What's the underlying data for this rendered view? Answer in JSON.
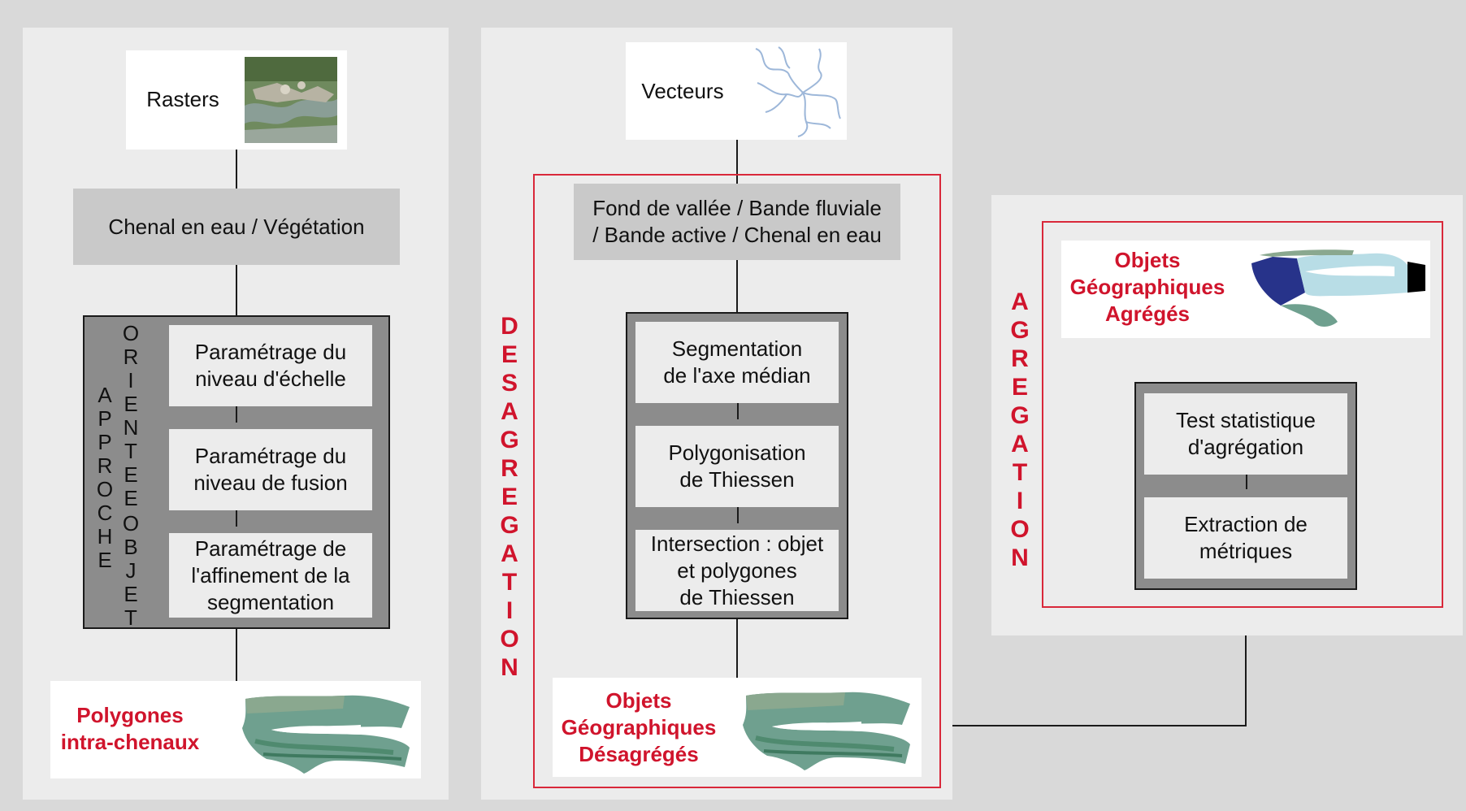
{
  "panel1": {
    "input_label": "Rasters",
    "step1": "Chenal en eau / Végétation",
    "side_label_1": "APPROCHE",
    "side_label_2": "ORIENTEE",
    "side_label_3": "OBJET",
    "substeps": [
      {
        "line1": "Paramétrage du",
        "line2": "niveau d'échelle",
        "line3": ""
      },
      {
        "line1": "Paramétrage du",
        "line2": "niveau de fusion",
        "line3": ""
      },
      {
        "line1": "Paramétrage de",
        "line2": "l'affinement de la",
        "line3": "segmentation"
      }
    ],
    "output_line1": "Polygones",
    "output_line2": "intra-chenaux"
  },
  "panel2": {
    "input_label": "Vecteurs",
    "vertical_label": "DESAGREGATION",
    "step1_line1": "Fond de vallée / Bande fluviale",
    "step1_line2": "/ Bande active / Chenal en eau",
    "substeps": [
      {
        "line1": "Segmentation",
        "line2": "de l'axe médian",
        "line3": ""
      },
      {
        "line1": "Polygonisation",
        "line2": "de Thiessen",
        "line3": ""
      },
      {
        "line1": "Intersection : objet",
        "line2": "et polygones",
        "line3": "de Thiessen"
      }
    ],
    "output_line1": "Objets",
    "output_line2": "Géographiques",
    "output_line3": "Désagrégés"
  },
  "panel3": {
    "vertical_label": "AGREGATION",
    "output_line1": "Objets",
    "output_line2": "Géographiques",
    "output_line3": "Agrégés",
    "substeps": [
      {
        "line1": "Test statistique",
        "line2": "d'agrégation"
      },
      {
        "line1": "Extraction de",
        "line2": "métriques"
      }
    ]
  },
  "colors": {
    "background": "#d9d9d9",
    "panel": "#ececec",
    "box": "#c9c9c9",
    "frame_dark": "#8c8c8c",
    "accent_red": "#d0142c"
  }
}
